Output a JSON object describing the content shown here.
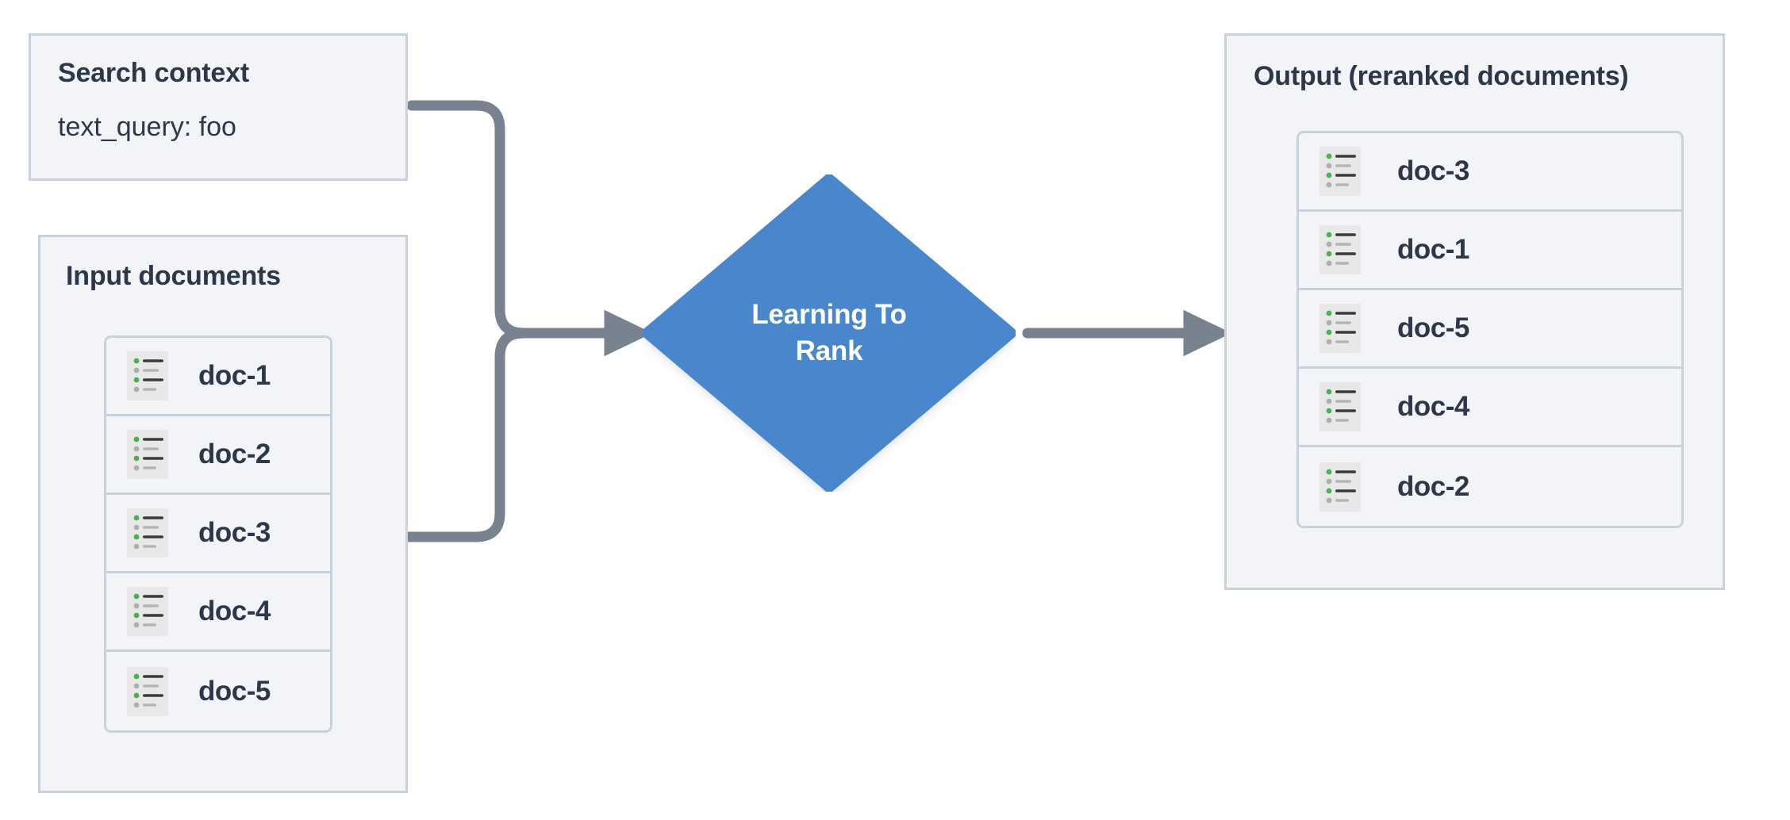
{
  "diagram": {
    "title": "Learning To Rank reranking flow",
    "background": "#ffffff",
    "colors": {
      "panel_fill": "#f2f4f7",
      "panel_border": "#c7d2dd",
      "text": "#2c3849",
      "node_fill": "#4a86cc",
      "node_text": "#ffffff",
      "connector": "#78838f",
      "icon_bg": "#e8e8e8",
      "icon_bullet_green": "#4caf50",
      "icon_bullet_gray": "#aeaeae",
      "icon_line_dark": "#3a3a3a",
      "icon_line_gray": "#b5b5b5"
    }
  },
  "search_context": {
    "title": "Search context",
    "query_line": "text_query: foo"
  },
  "input_documents": {
    "title": "Input documents",
    "docs": [
      {
        "label": "doc-1",
        "icon": "document-list-icon"
      },
      {
        "label": "doc-2",
        "icon": "document-list-icon"
      },
      {
        "label": "doc-3",
        "icon": "document-list-icon"
      },
      {
        "label": "doc-4",
        "icon": "document-list-icon"
      },
      {
        "label": "doc-5",
        "icon": "document-list-icon"
      }
    ]
  },
  "model_node": {
    "label_line_1": "Learning To",
    "label_line_2": "Rank",
    "shape": "diamond"
  },
  "output_documents": {
    "title": "Output (reranked documents)",
    "docs": [
      {
        "label": "doc-3",
        "icon": "document-list-icon"
      },
      {
        "label": "doc-1",
        "icon": "document-list-icon"
      },
      {
        "label": "doc-5",
        "icon": "document-list-icon"
      },
      {
        "label": "doc-4",
        "icon": "document-list-icon"
      },
      {
        "label": "doc-2",
        "icon": "document-list-icon"
      }
    ]
  },
  "connectors": [
    {
      "name": "search-context-to-model",
      "from": "Search context",
      "to": "Learning To Rank",
      "arrow": true
    },
    {
      "name": "input-documents-to-model",
      "from": "Input documents",
      "to": "Learning To Rank",
      "arrow": true
    },
    {
      "name": "model-to-output",
      "from": "Learning To Rank",
      "to": "Output (reranked documents)",
      "arrow": true
    }
  ]
}
